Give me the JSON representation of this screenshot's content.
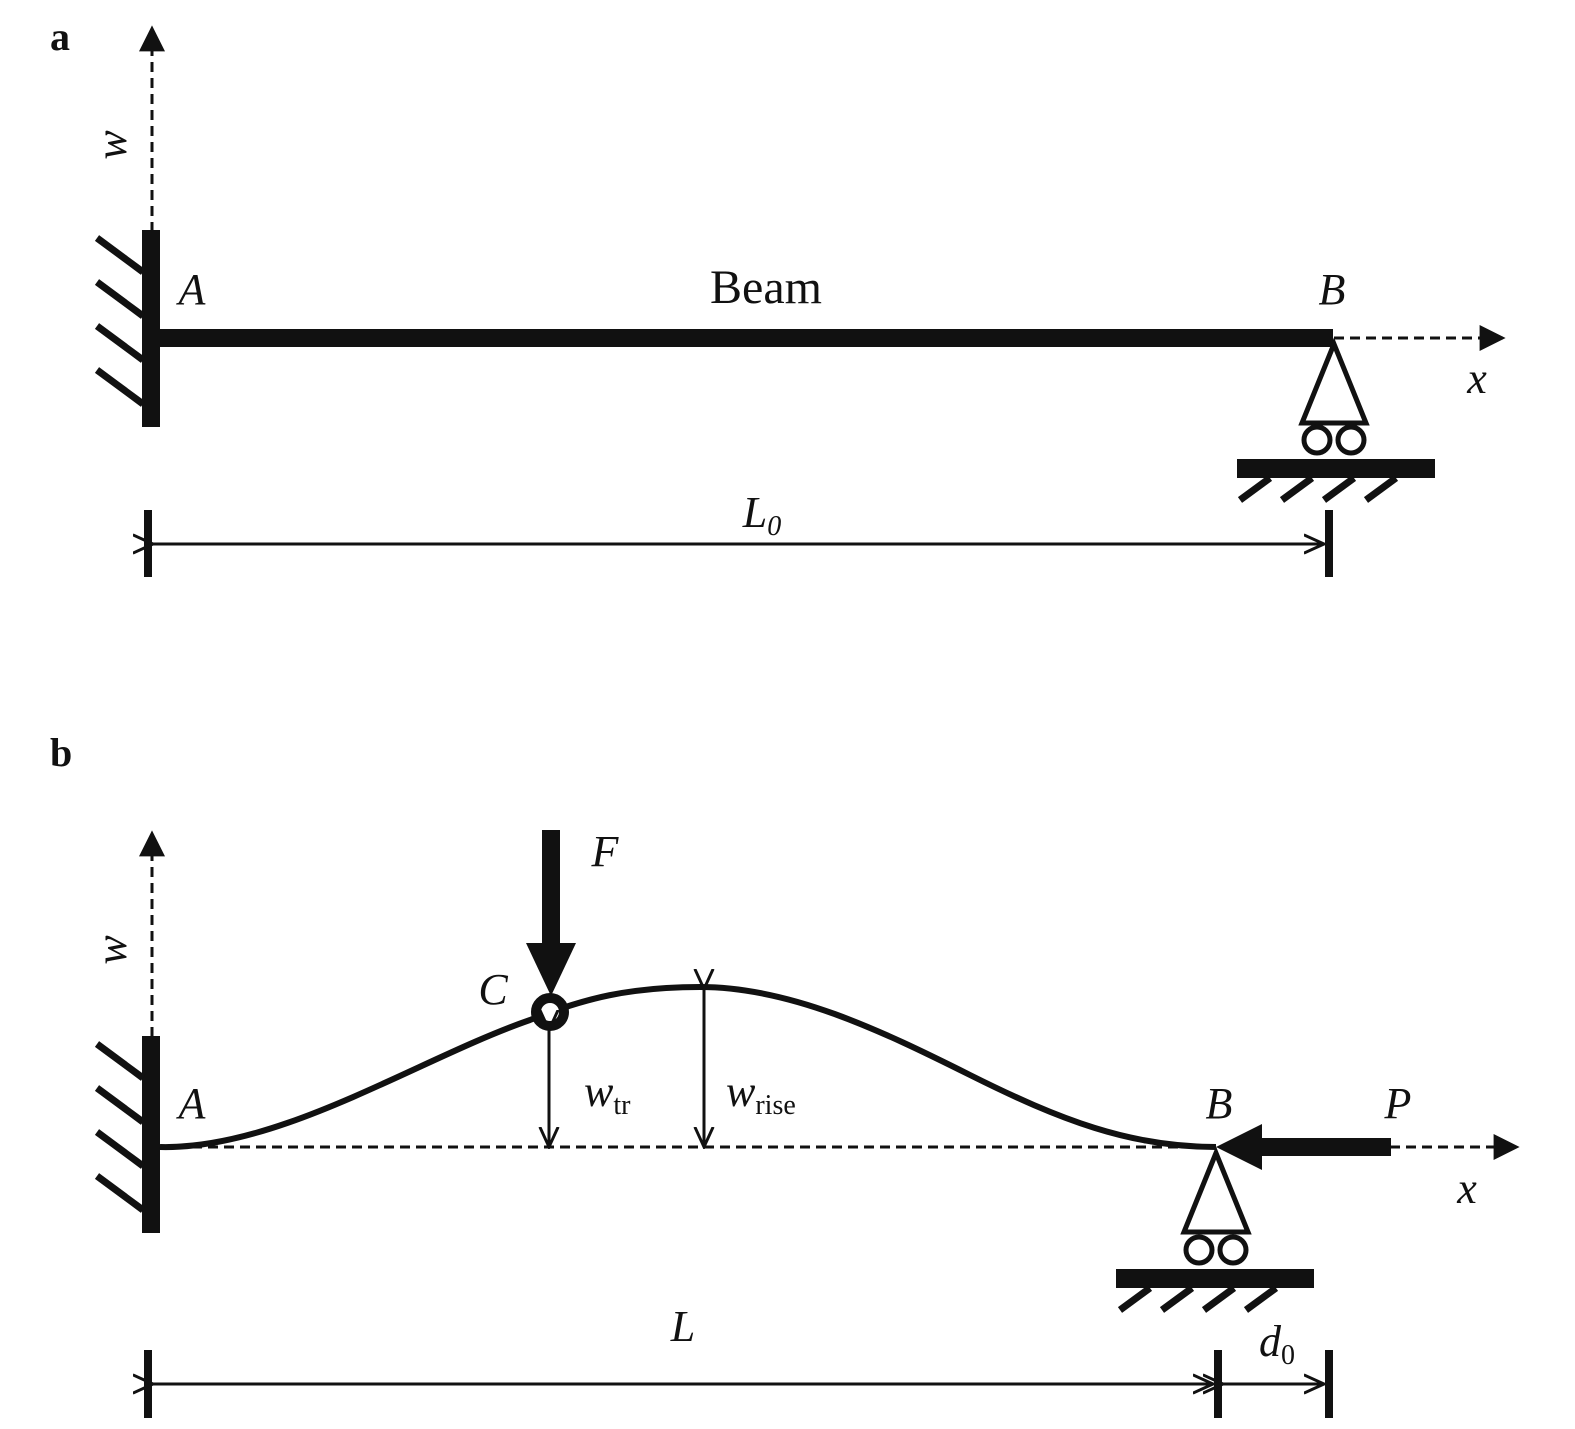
{
  "panel_a": {
    "label": "a",
    "w_axis": "w",
    "x_axis": "x",
    "point_a": "A",
    "point_b": "B",
    "beam_label": "Beam",
    "length_label": "L",
    "length_sub": "0"
  },
  "panel_b": {
    "label": "b",
    "w_axis": "w",
    "x_axis": "x",
    "point_a": "A",
    "point_b": "B",
    "point_c": "C",
    "force_f": "F",
    "force_p": "P",
    "w_tr_main": "w",
    "w_tr_sub": "tr",
    "w_rise_main": "w",
    "w_rise_sub": "rise",
    "length_label": "L",
    "d_main": "d",
    "d_sub": "0"
  }
}
